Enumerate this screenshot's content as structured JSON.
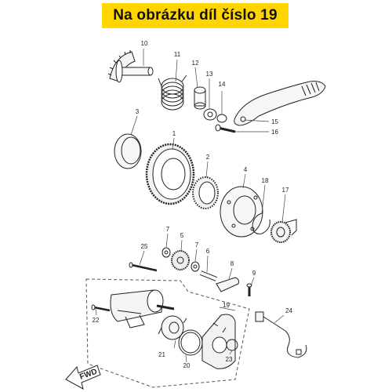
{
  "banner": {
    "text": "Na obrázku díl číslo 19",
    "color": "#ffd500"
  },
  "callouts": {
    "n1": "1",
    "n2": "2",
    "n3": "3",
    "n4": "4",
    "n5": "5",
    "n6": "6",
    "n7a": "7",
    "n7b": "7",
    "n8": "8",
    "n9": "9",
    "n10": "10",
    "n11": "11",
    "n12": "12",
    "n13": "13",
    "n14": "14",
    "n15": "15",
    "n16": "16",
    "n17": "17",
    "n18": "18",
    "n19": "19",
    "n20": "20",
    "n21": "21",
    "n22": "22",
    "n23": "23",
    "n24": "24",
    "n25": "25"
  },
  "direction_label": "FWD"
}
